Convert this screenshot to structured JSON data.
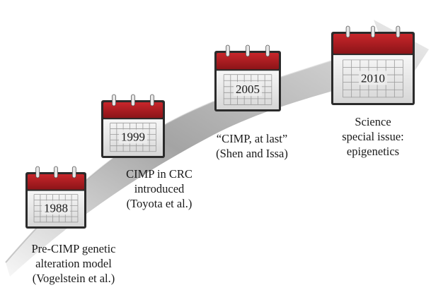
{
  "milestones": [
    {
      "year": "1988",
      "caption": [
        "Pre-CIMP genetic",
        "alteration model",
        "(Vogelstein et al.)"
      ]
    },
    {
      "year": "1999",
      "caption": [
        "CIMP in CRC",
        "introduced",
        "(Toyota et al.)"
      ]
    },
    {
      "year": "2005",
      "caption": [
        "“CIMP, at last”",
        "(Shen and Issa)"
      ]
    },
    {
      "year": "2010",
      "caption": [
        "Science",
        "special issue:",
        "epigenetics"
      ]
    }
  ],
  "colors": {
    "calendar_header": "#a01b1f",
    "calendar_frame": "#2b2b2b",
    "calendar_body": "#ececec",
    "arrow_dark": "#8a8a8a",
    "arrow_light": "#f4f4f4"
  }
}
